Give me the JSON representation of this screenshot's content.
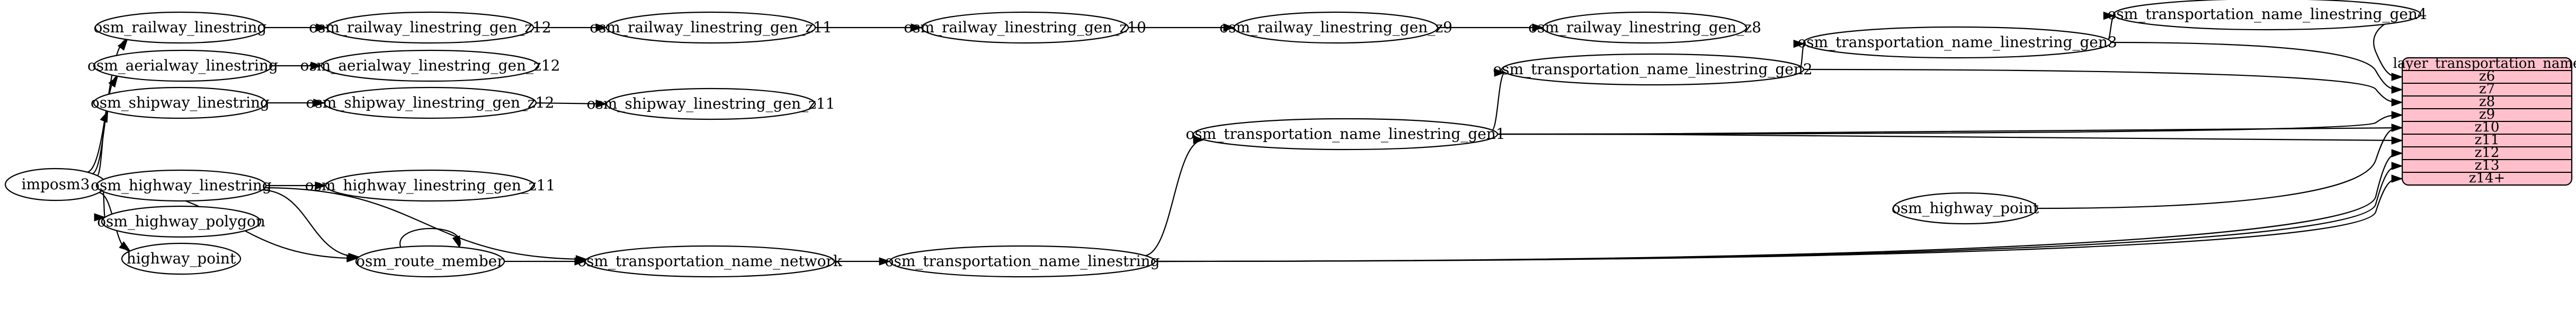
{
  "nodes": [
    {
      "id": "imposm3",
      "label": "imposm3"
    },
    {
      "id": "osm_railway_linestring",
      "label": "osm_railway_linestring"
    },
    {
      "id": "osm_aerialway_linestring",
      "label": "osm_aerialway_linestring"
    },
    {
      "id": "osm_shipway_linestring",
      "label": "osm_shipway_linestring"
    },
    {
      "id": "osm_highway_linestring",
      "label": "osm_highway_linestring"
    },
    {
      "id": "osm_highway_polygon",
      "label": "osm_highway_polygon"
    },
    {
      "id": "highway_point",
      "label": "highway_point"
    },
    {
      "id": "osm_railway_linestring_gen_z12",
      "label": "osm_railway_linestring_gen_z12"
    },
    {
      "id": "osm_aerialway_linestring_gen_z12",
      "label": "osm_aerialway_linestring_gen_z12"
    },
    {
      "id": "osm_shipway_linestring_gen_z12",
      "label": "osm_shipway_linestring_gen_z12"
    },
    {
      "id": "osm_highway_linestring_gen_z11",
      "label": "osm_highway_linestring_gen_z11"
    },
    {
      "id": "osm_route_member",
      "label": "osm_route_member"
    },
    {
      "id": "osm_railway_linestring_gen_z11",
      "label": "osm_railway_linestring_gen_z11"
    },
    {
      "id": "osm_shipway_linestring_gen_z11",
      "label": "osm_shipway_linestring_gen_z11"
    },
    {
      "id": "osm_transportation_name_network",
      "label": "osm_transportation_name_network"
    },
    {
      "id": "osm_railway_linestring_gen_z10",
      "label": "osm_railway_linestring_gen_z10"
    },
    {
      "id": "osm_transportation_name_linestring",
      "label": "osm_transportation_name_linestring"
    },
    {
      "id": "osm_railway_linestring_gen_z9",
      "label": "osm_railway_linestring_gen_z9"
    },
    {
      "id": "osm_transportation_name_linestring_gen1",
      "label": "osm_transportation_name_linestring_gen1"
    },
    {
      "id": "osm_railway_linestring_gen_z8",
      "label": "osm_railway_linestring_gen_z8"
    },
    {
      "id": "osm_transportation_name_linestring_gen2",
      "label": "osm_transportation_name_linestring_gen2"
    },
    {
      "id": "osm_highway_point",
      "label": "osm_highway_point"
    },
    {
      "id": "osm_transportation_name_linestring_gen3",
      "label": "osm_transportation_name_linestring_gen3"
    },
    {
      "id": "osm_transportation_name_linestring_gen4",
      "label": "osm_transportation_name_linestring_gen4"
    }
  ],
  "record": {
    "id": "layer_transportation_name",
    "title": "layer_transportation_name",
    "fields": [
      "z6",
      "z7",
      "z8",
      "z9",
      "z10",
      "z11",
      "z12",
      "z13",
      "z14+"
    ],
    "fill": "#ffc0cb"
  },
  "edges": [
    {
      "from": "imposm3",
      "to": "osm_railway_linestring"
    },
    {
      "from": "imposm3",
      "to": "osm_aerialway_linestring"
    },
    {
      "from": "imposm3",
      "to": "osm_shipway_linestring"
    },
    {
      "from": "imposm3",
      "to": "osm_highway_linestring"
    },
    {
      "from": "imposm3",
      "to": "osm_highway_polygon"
    },
    {
      "from": "imposm3",
      "to": "highway_point"
    },
    {
      "from": "imposm3",
      "to": "osm_route_member"
    },
    {
      "from": "osm_railway_linestring",
      "to": "osm_railway_linestring_gen_z12"
    },
    {
      "from": "osm_railway_linestring_gen_z12",
      "to": "osm_railway_linestring_gen_z11"
    },
    {
      "from": "osm_railway_linestring_gen_z11",
      "to": "osm_railway_linestring_gen_z10"
    },
    {
      "from": "osm_railway_linestring_gen_z10",
      "to": "osm_railway_linestring_gen_z9"
    },
    {
      "from": "osm_railway_linestring_gen_z9",
      "to": "osm_railway_linestring_gen_z8"
    },
    {
      "from": "osm_aerialway_linestring",
      "to": "osm_aerialway_linestring_gen_z12"
    },
    {
      "from": "osm_shipway_linestring",
      "to": "osm_shipway_linestring_gen_z12"
    },
    {
      "from": "osm_shipway_linestring_gen_z12",
      "to": "osm_shipway_linestring_gen_z11"
    },
    {
      "from": "osm_highway_linestring",
      "to": "osm_highway_linestring_gen_z11"
    },
    {
      "from": "osm_highway_linestring",
      "to": "osm_route_member"
    },
    {
      "from": "osm_highway_linestring",
      "to": "osm_transportation_name_network"
    },
    {
      "from": "osm_route_member",
      "to": "osm_route_member"
    },
    {
      "from": "osm_route_member",
      "to": "osm_transportation_name_network"
    },
    {
      "from": "osm_transportation_name_network",
      "to": "osm_transportation_name_linestring"
    },
    {
      "from": "osm_transportation_name_linestring",
      "to": "osm_transportation_name_linestring_gen1"
    },
    {
      "from": "osm_transportation_name_linestring_gen1",
      "to": "osm_transportation_name_linestring_gen2"
    },
    {
      "from": "osm_transportation_name_linestring_gen2",
      "to": "osm_transportation_name_linestring_gen3"
    },
    {
      "from": "osm_transportation_name_linestring_gen3",
      "to": "osm_transportation_name_linestring_gen4"
    },
    {
      "from": "osm_transportation_name_linestring_gen4",
      "to": "layer_transportation_name:z6"
    },
    {
      "from": "osm_transportation_name_linestring_gen3",
      "to": "layer_transportation_name:z7"
    },
    {
      "from": "osm_transportation_name_linestring_gen2",
      "to": "layer_transportation_name:z8"
    },
    {
      "from": "osm_transportation_name_linestring_gen1",
      "to": "layer_transportation_name:z9"
    },
    {
      "from": "osm_transportation_name_linestring_gen1",
      "to": "layer_transportation_name:z10"
    },
    {
      "from": "osm_highway_point",
      "to": "layer_transportation_name:z10"
    },
    {
      "from": "osm_transportation_name_linestring_gen1",
      "to": "layer_transportation_name:z11"
    },
    {
      "from": "osm_transportation_name_linestring",
      "to": "layer_transportation_name:z12"
    },
    {
      "from": "osm_transportation_name_linestring",
      "to": "layer_transportation_name:z13"
    },
    {
      "from": "osm_transportation_name_linestring",
      "to": "layer_transportation_name:z14+"
    }
  ]
}
